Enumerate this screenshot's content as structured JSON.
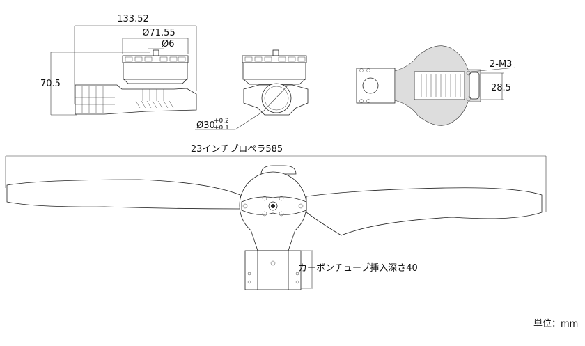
{
  "side_view": {
    "overall_length": "133.52",
    "motor_diameter": "Ø71.55",
    "shaft_diameter": "Ø6",
    "height": "70.5"
  },
  "front_view": {
    "tube_diameter": "Ø30",
    "tolerance_upper": "+0.2",
    "tolerance_lower": "+0.1"
  },
  "top_view": {
    "screw_spec": "2-M3",
    "screw_spacing": "28.5"
  },
  "propeller_view": {
    "propeller_label": "23インチプロペラ585",
    "tube_insert_depth": "カーボンチューブ挿入深さ40"
  },
  "unit_label": "単位：mm"
}
